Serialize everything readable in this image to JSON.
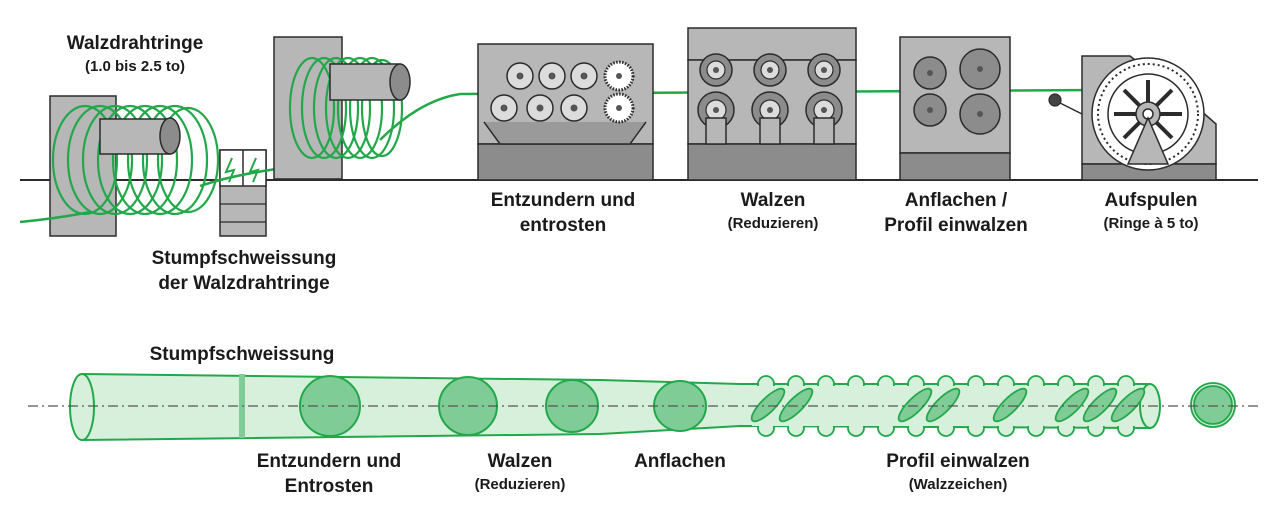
{
  "top_process": {
    "coil": {
      "title": "Walzdrahtringe",
      "subtitle": "(1.0 bis 2.5 to)"
    },
    "weld": {
      "line1": "Stumpfschweissung",
      "line2": "der Walzdrahtringe"
    },
    "descale": {
      "line1": "Entzundern und",
      "line2": "entrosten"
    },
    "rolling": {
      "title": "Walzen",
      "subtitle": "(Reduzieren)"
    },
    "flatten": {
      "line1": "Anflachen /",
      "line2": "Profil einwalzen"
    },
    "spool": {
      "title": "Aufspulen",
      "subtitle": "(Ringe à 5 to)"
    }
  },
  "bottom_process": {
    "weld": "Stumpfschweissung",
    "descale": {
      "line1": "Entzundern und",
      "line2": "Entrosten"
    },
    "rolling": {
      "title": "Walzen",
      "subtitle": "(Reduzieren)"
    },
    "flatten": "Anflachen",
    "profile": {
      "title": "Profil einwalzen",
      "subtitle": "(Walzzeichen)"
    }
  },
  "colors": {
    "wire": "#22a84a",
    "wire_fill": "#d7f0dc",
    "section_fill": "#7fcc96",
    "machine": "#b7b7b7",
    "machine_dark": "#8c8c8c",
    "outline": "#2b2b2b"
  }
}
